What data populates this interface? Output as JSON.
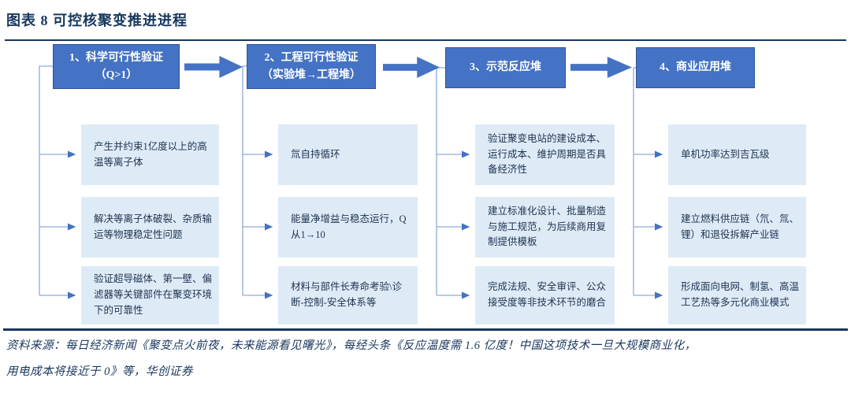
{
  "title": "图表 8  可控核聚变推进进程",
  "stages": [
    {
      "header": "1、科学可行性验证\n（Q>1）",
      "items": [
        "产生并约束1亿度以上的高温等离子体",
        "解决等离子体破裂、杂质输运等物理稳定性问题",
        "验证超导磁体、第一壁、偏滤器等关键部件在聚变环境下的可靠性"
      ]
    },
    {
      "header": "2、工程可行性验证\n（实验堆→工程堆）",
      "items": [
        "氚自持循环",
        "能量净增益与稳态运行，Q从1→10",
        "材料与部件长寿命考验\\诊断-控制-安全体系等"
      ]
    },
    {
      "header": "3、示范反应堆",
      "items": [
        "验证聚变电站的建设成本、运行成本、维护周期是否具备经济性",
        "建立标准化设计、批量制造与施工规范，为后续商用复制提供模板",
        "完成法规、安全审评、公众接受度等非技术环节的磨合"
      ]
    },
    {
      "header": "4、商业应用堆",
      "items": [
        "单机功率达到吉瓦级",
        "建立燃料供应链（氘、氚、锂）和退役拆解产业链",
        "形成面向电网、制氢、高温工艺热等多元化商业模式"
      ]
    }
  ],
  "footer": {
    "line1": "资料来源：每日经济新闻《聚变点火前夜，未来能源看见曙光》，每经头条《反应温度需 1.6 亿度！中国这项技术一旦大规模商业化，",
    "line2": "用电成本将接近于 0》等，华创证券"
  },
  "colors": {
    "stage_header_fill": "#4472C4",
    "item_fill": "#DEEBF7",
    "accent_navy": "#17375E",
    "connector_line": "#8FAADC",
    "arrowhead": "#4472C4"
  }
}
